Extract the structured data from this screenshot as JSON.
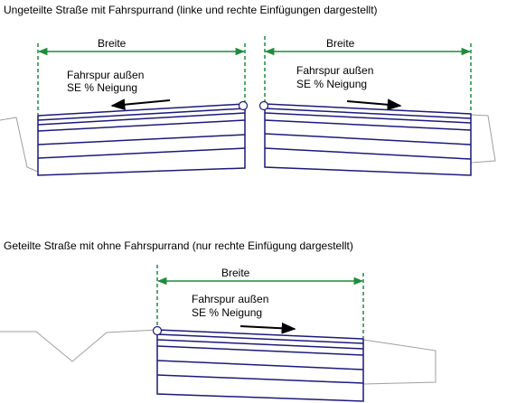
{
  "top": {
    "caption": "Ungeteilte Straße mit Fahrspurrand (linke und rechte Einfügungen dargestellt)",
    "left_panel": {
      "width_label": "Breite",
      "lane_label_1": "Fahrspur außen",
      "lane_label_2": "SE % Neigung"
    },
    "right_panel": {
      "width_label": "Breite",
      "lane_label_1": "Fahrspur außen",
      "lane_label_2": "SE % Neigung"
    }
  },
  "bottom": {
    "caption": "Geteilte Straße mit ohne Fahrspurrand (nur rechte Einfügung dargestellt)",
    "panel": {
      "width_label": "Breite",
      "lane_label_1": "Fahrspur außen",
      "lane_label_2": "SE % Neigung"
    }
  },
  "colors": {
    "dimension": "#1e8c3c",
    "layers": "#1c1a7a",
    "ground": "#a0a0a0",
    "arrow": "#000000"
  }
}
